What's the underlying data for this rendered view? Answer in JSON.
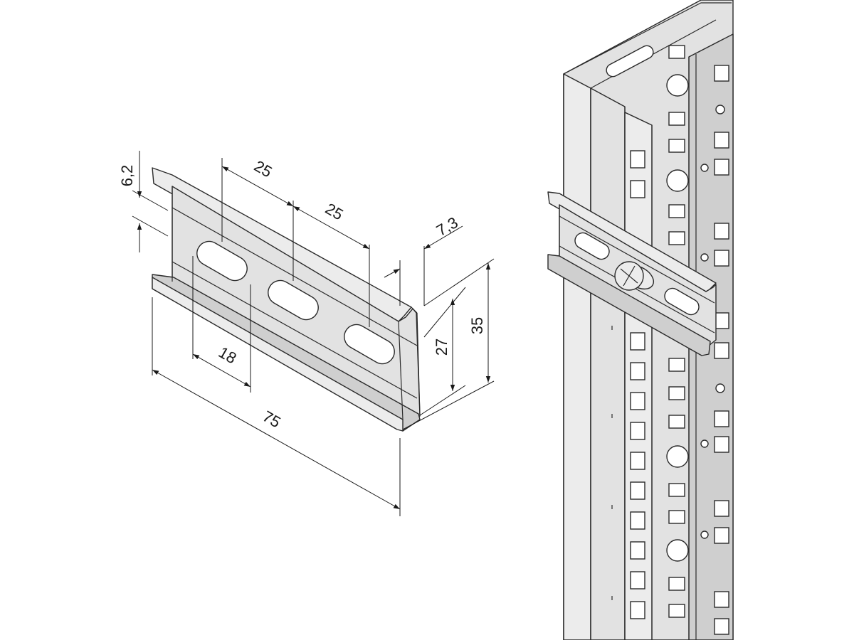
{
  "dimensions": {
    "top_flange": "6,2",
    "pitch_1": "25",
    "pitch_2": "25",
    "flange_depth": "7,3",
    "inner_height": "27",
    "outer_height": "35",
    "slot_length": "18",
    "total_length": "75"
  },
  "colors": {
    "metal": "#e2e2e2",
    "outline": "#2a2a2a",
    "background": "#ffffff"
  }
}
